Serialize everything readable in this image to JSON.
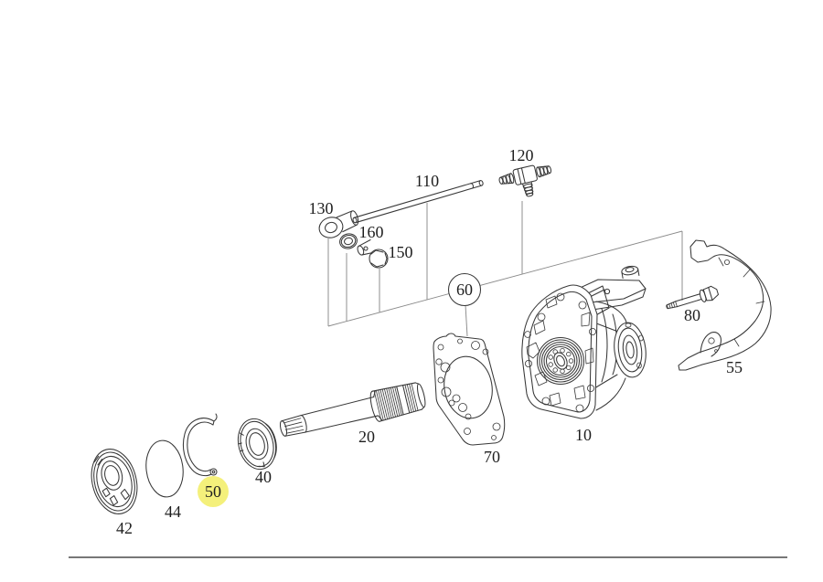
{
  "diagram": {
    "background_color": "#ffffff",
    "part_outline_color": "#383838",
    "leader_line_color": "#8a8a8a",
    "label_color": "#1e1e1e",
    "border_line_color": "#4a4a4a",
    "highlighted_part": {
      "label": "50",
      "fill": "#f4f07b",
      "text_color": "#60604a"
    },
    "callout_part": {
      "label": "60"
    },
    "labels": {
      "p10": "10",
      "p20": "20",
      "p40": "40",
      "p42": "42",
      "p44": "44",
      "p50": "50",
      "p55": "55",
      "p60": "60",
      "p70": "70",
      "p80": "80",
      "p110": "110",
      "p120": "120",
      "p130": "130",
      "p150": "150",
      "p160": "160"
    }
  }
}
